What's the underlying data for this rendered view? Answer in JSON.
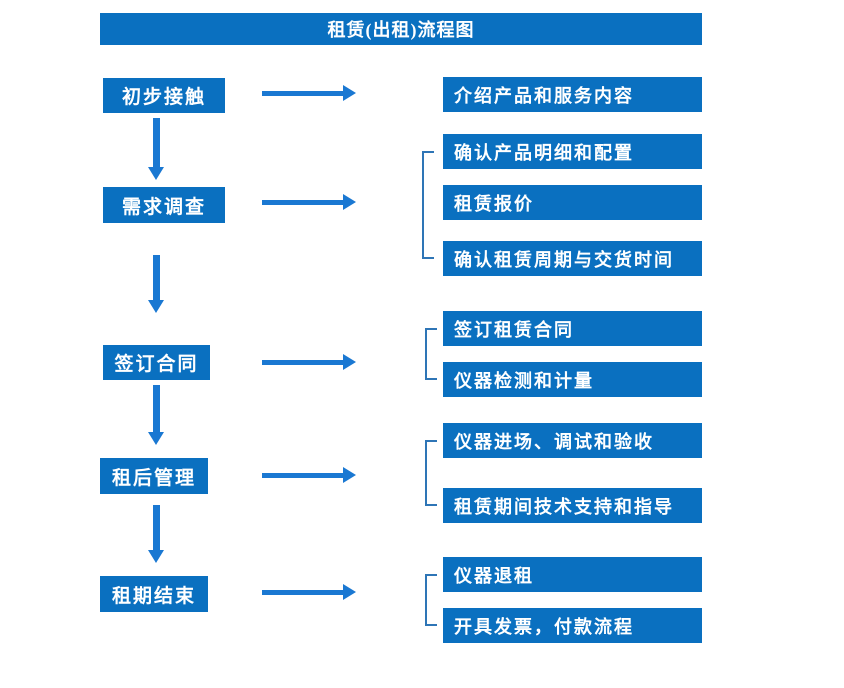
{
  "title": "租赁(出租)流程图",
  "colors": {
    "box_blue": "#0a70c0",
    "arrow_blue": "#1a78d2",
    "bracket_blue": "#2e75b6",
    "text_white": "#ffffff",
    "background": "#ffffff"
  },
  "steps": [
    {
      "label": "初步接触",
      "details": [
        "介绍产品和服务内容"
      ]
    },
    {
      "label": "需求调查",
      "details": [
        "确认产品明细和配置",
        "租赁报价",
        "确认租赁周期与交货时间"
      ]
    },
    {
      "label": "签订合同",
      "details": [
        "签订租赁合同",
        "仪器检测和计量"
      ]
    },
    {
      "label": "租后管理",
      "details": [
        "仪器进场、调试和验收",
        "租赁期间技术支持和指导"
      ]
    },
    {
      "label": "租期结束",
      "details": [
        "仪器退租",
        "开具发票，付款流程"
      ]
    }
  ]
}
